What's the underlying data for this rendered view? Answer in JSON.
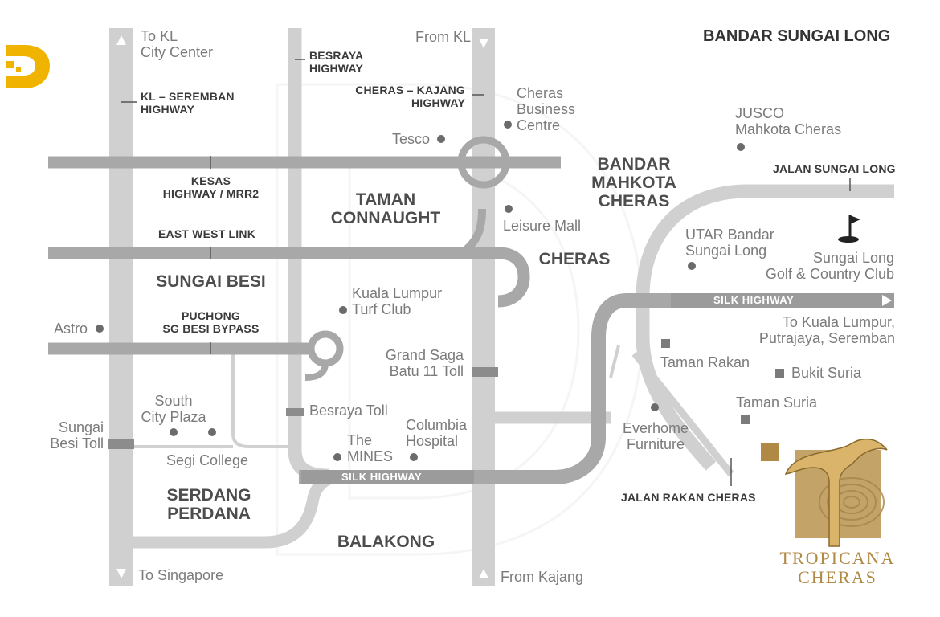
{
  "map": {
    "title": "BANDAR SUNGAI LONG",
    "roads": {
      "kl_seremban": "KL – SEREMBAN\nHIGHWAY",
      "besraya": "BESRAYA\nHIGHWAY",
      "cheras_kajang": "CHERAS – KAJANG\nHIGHWAY",
      "kesas": "KESAS\nHIGHWAY / MRR2",
      "east_west_link": "EAST WEST LINK",
      "puchong": "PUCHONG\nSG BESI BYPASS",
      "jalan_sungai_long": "JALAN SUNGAI LONG",
      "silk_highway_east": "SILK HIGHWAY",
      "silk_highway_south": "SILK HIGHWAY",
      "jalan_rakan_cheras": "JALAN RAKAN CHERAS"
    },
    "directions": {
      "to_kl": "To KL\nCity Center",
      "from_kl": "From KL",
      "to_singapore": "To Singapore",
      "from_kajang": "From Kajang",
      "to_kl_putrajaya": "To Kuala Lumpur,\nPutrajaya, Seremban"
    },
    "areas": {
      "taman_connaught": "TAMAN\nCONNAUGHT",
      "bandar_mahkota": "BANDAR\nMAHKOTA\nCHERAS",
      "cheras": "CHERAS",
      "sungai_besi": "SUNGAI BESI",
      "serdang_perdana": "SERDANG\nPERDANA",
      "balakong": "BALAKONG"
    },
    "landmarks": {
      "tesco": "Tesco",
      "cheras_business_centre": "Cheras\nBusiness\nCentre",
      "jusco": "JUSCO\nMahkota Cheras",
      "leisure_mall": "Leisure Mall",
      "utar": "UTAR Bandar\nSungai Long",
      "golf_club": "Sungai Long\nGolf & Country Club",
      "kl_turf_club": "Kuala Lumpur\nTurf Club",
      "astro": "Astro",
      "grand_saga": "Grand Saga\nBatu 11 Toll",
      "taman_rakan": "Taman Rakan",
      "bukit_suria": "Bukit Suria",
      "taman_suria": "Taman Suria",
      "south_city_plaza": "South\nCity Plaza",
      "besraya_toll": "Besraya Toll",
      "sungai_besi_toll": "Sungai\nBesi Toll",
      "columbia_hospital": "Columbia\nHospital",
      "the_mines": "The\nMINES",
      "segi_college": "Segi College",
      "everhome": "Everhome\nFurniture"
    },
    "brand": {
      "name": "TROPICANA\nCHERAS"
    },
    "icons": [
      "d-logo-icon",
      "golf-flag-icon",
      "tropicana-t-logo-icon",
      "arrow-up-icon",
      "arrow-down-icon",
      "arrow-right-icon"
    ],
    "colors": {
      "road_light": "#d0d0d0",
      "road_mid": "#bdbdbd",
      "road_dark": "#8c8c8c",
      "brand_gold": "#b08a45",
      "logo_yellow": "#f0b400"
    }
  }
}
